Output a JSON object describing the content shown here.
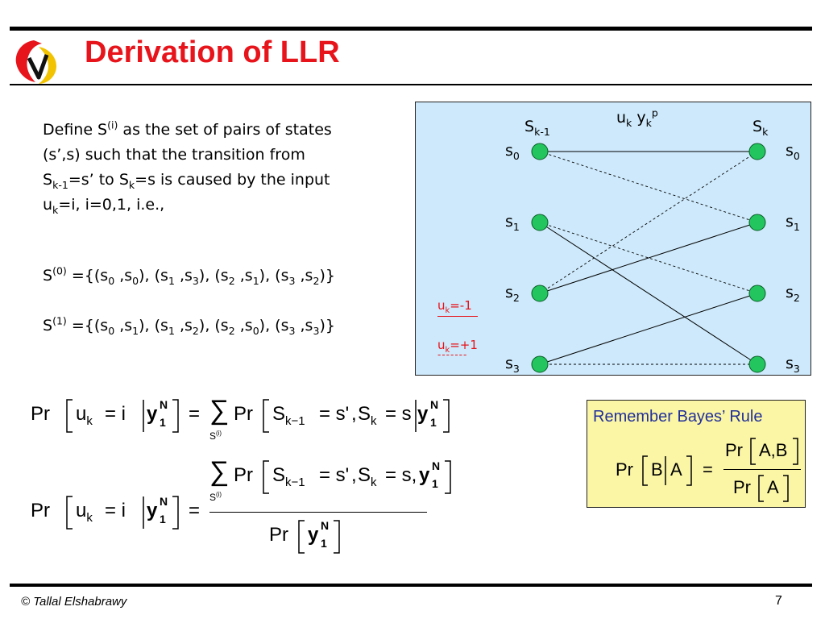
{
  "slide": {
    "title": "Derivation of LLR",
    "footer": "© Tallal Elshabrawy",
    "page_number": "7"
  },
  "definition": {
    "l1_a": "Define S",
    "l1_sup": "(i)",
    "l1_b": " as the set of pairs of states",
    "l2": "(s’,s) such that the transition from",
    "l3_a": "S",
    "l3_sub1": "k-1",
    "l3_b": "=s’ to S",
    "l3_sub2": "k",
    "l3_c": "=s is caused by the input",
    "l4_a": "u",
    "l4_sub": "k",
    "l4_b": "=i, i=0,1, i.e.,"
  },
  "sets": {
    "s0": {
      "lhs": "S",
      "lhs_sup": "(0)",
      "eq": " ={(s",
      "p1": "0",
      "a": " ,s",
      "p2": "0",
      "b": "), (s",
      "p3": "1",
      "c": " ,s",
      "p4": "3",
      "d": "), (s",
      "p5": "2",
      "e": " ,s",
      "p6": "1",
      "f": "), (s",
      "p7": "3",
      "g": " ,s",
      "p8": "2",
      "h": ")}"
    },
    "s1": {
      "lhs": "S",
      "lhs_sup": "(1)",
      "eq": " ={(s",
      "p1": "0",
      "a": " ,s",
      "p2": "1",
      "b": "), (s",
      "p3": "1",
      "c": " ,s",
      "p4": "2",
      "d": "), (s",
      "p5": "2",
      "e": " ,s",
      "p6": "0",
      "f": "), (s",
      "p7": "3",
      "g": " ,s",
      "p8": "3",
      "h": ")}"
    }
  },
  "trellis": {
    "top_u": "u",
    "top_u_sub": "k",
    "top_y": " y",
    "top_y_sub": "k",
    "top_y_sup": "p",
    "left_head": "S",
    "left_head_sub": "k-1",
    "right_head": "S",
    "right_head_sub": "k",
    "state_base": "s",
    "states": [
      "0",
      "1",
      "2",
      "3"
    ],
    "legend_minus_base": "u",
    "legend_minus_sub": "k",
    "legend_minus_val": "=-1",
    "legend_plus_base": "u",
    "legend_plus_sub": "k",
    "legend_plus_val": "=+1",
    "legend_dashes": "-------",
    "node_color": "#22c55e",
    "box_color": "#cde9fb",
    "solid_transitions": [
      [
        0,
        0
      ],
      [
        1,
        3
      ],
      [
        2,
        1
      ],
      [
        3,
        2
      ]
    ],
    "dashed_transitions": [
      [
        0,
        1
      ],
      [
        1,
        2
      ],
      [
        2,
        0
      ],
      [
        3,
        3
      ]
    ]
  },
  "equation1": {
    "pr": "Pr",
    "u": "u",
    "u_sub": "k",
    "eq_i": "= i",
    "y": "y",
    "y_sub": "1",
    "y_sup": "N",
    "equals": "=",
    "sum": "∑",
    "sum_sub": "S",
    "sum_sub_sup": "(i)",
    "pr2": "Pr",
    "s1": "S",
    "s1_sub": "k−1",
    "eq_s": "= s'",
    "comma": ",",
    "s2": "S",
    "s2_sub": "k",
    "eq_s2": "= s"
  },
  "equation2": {
    "pr": "Pr",
    "u": "u",
    "u_sub": "k",
    "eq_i": "= i",
    "y": "y",
    "y_sub": "1",
    "y_sup": "N",
    "equals": "=",
    "sum": "∑",
    "sum_sub": "S",
    "sum_sub_sup": "(i)",
    "pr2": "Pr",
    "s1": "S",
    "s1_sub": "k−1",
    "eq_s": "= s'",
    "comma": ",",
    "s2": "S",
    "s2_sub": "k",
    "eq_s2": "= s,",
    "den_pr": "Pr"
  },
  "bayes": {
    "title": "Remember Bayes’ Rule",
    "lhs_pr": "Pr",
    "lhs_b": "B",
    "lhs_a": "A",
    "equals": "=",
    "num_pr": "Pr",
    "num_ab": "A,B",
    "den_pr": "Pr",
    "den_a": "A",
    "box_color": "#fbf6a6"
  }
}
